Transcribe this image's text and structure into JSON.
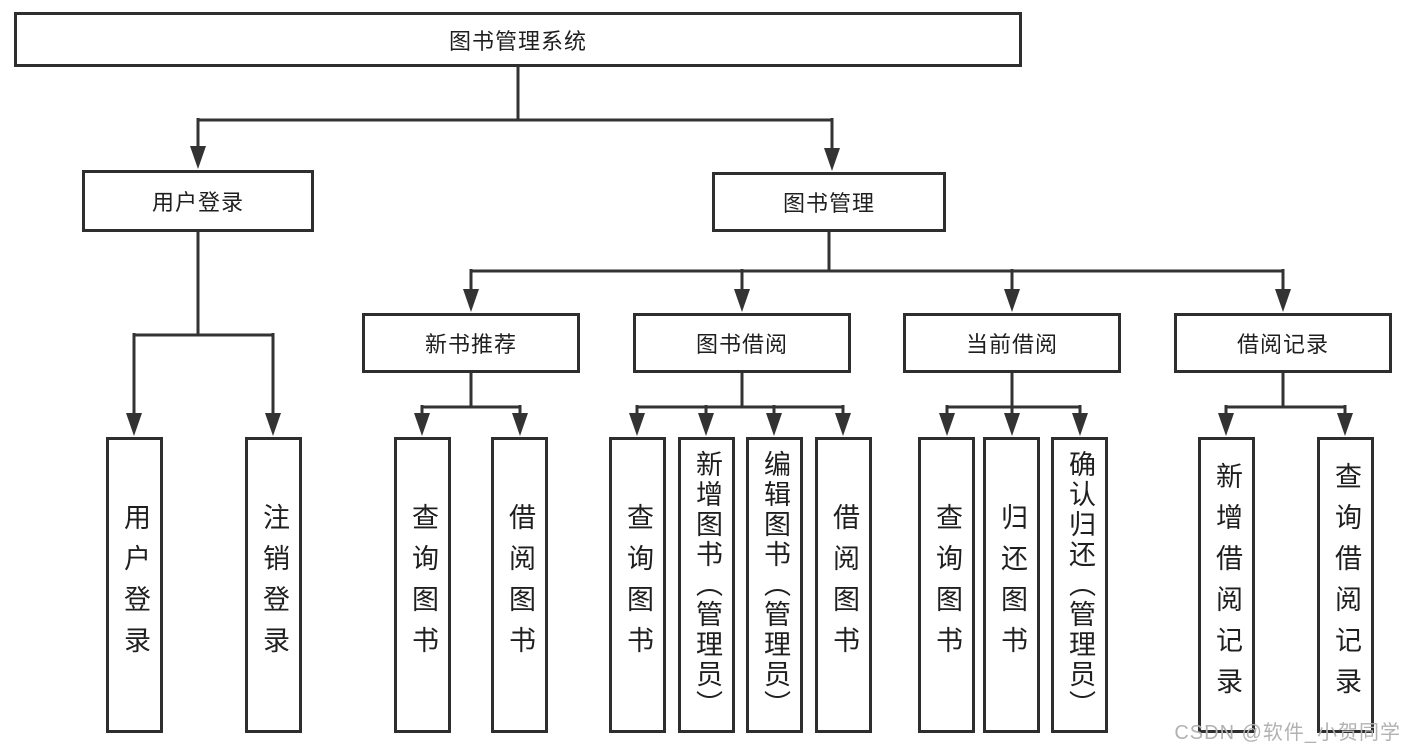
{
  "diagram": {
    "title": "图书管理系统",
    "type": "function-structure-tree",
    "colors": {
      "line": "#333333",
      "box_border": "#2e2e2e",
      "text": "#1f1f1f",
      "watermark": "#b2b2b2",
      "background": "#ffffff"
    },
    "nodes": {
      "root": "图书管理系统",
      "user_login": "用户登录",
      "book_management": "图书管理",
      "new_book_rec": "新书推荐",
      "book_borrow": "图书借阅",
      "current_borrow": "当前借阅",
      "borrow_record": "借阅记录",
      "leaf_user_login": "用户登录",
      "leaf_logout": "注销登录",
      "leaf_rec_query_book": "查询图书",
      "leaf_rec_borrow_book": "借阅图书",
      "leaf_borrow_query_book": "查询图书",
      "leaf_borrow_add_book": "新增图书（管理员）",
      "leaf_borrow_edit_book": "编辑图书（管理员）",
      "leaf_borrow_borrow_book": "借阅图书",
      "leaf_cur_query_book": "查询图书",
      "leaf_cur_return_book": "归还图书",
      "leaf_cur_confirm_return": "确认归还（管理员）",
      "leaf_record_add": "新增借阅记录",
      "leaf_record_query": "查询借阅记录"
    },
    "edges": [
      [
        "root",
        "user_login"
      ],
      [
        "root",
        "book_management"
      ],
      [
        "user_login",
        "leaf_user_login"
      ],
      [
        "user_login",
        "leaf_logout"
      ],
      [
        "book_management",
        "new_book_rec"
      ],
      [
        "book_management",
        "book_borrow"
      ],
      [
        "book_management",
        "current_borrow"
      ],
      [
        "book_management",
        "borrow_record"
      ],
      [
        "new_book_rec",
        "leaf_rec_query_book"
      ],
      [
        "new_book_rec",
        "leaf_rec_borrow_book"
      ],
      [
        "book_borrow",
        "leaf_borrow_query_book"
      ],
      [
        "book_borrow",
        "leaf_borrow_add_book"
      ],
      [
        "book_borrow",
        "leaf_borrow_edit_book"
      ],
      [
        "book_borrow",
        "leaf_borrow_borrow_book"
      ],
      [
        "current_borrow",
        "leaf_cur_query_book"
      ],
      [
        "current_borrow",
        "leaf_cur_return_book"
      ],
      [
        "current_borrow",
        "leaf_cur_confirm_return"
      ],
      [
        "borrow_record",
        "leaf_record_add"
      ],
      [
        "borrow_record",
        "leaf_record_query"
      ]
    ],
    "watermark": "CSDN @软件_小贺同学"
  }
}
